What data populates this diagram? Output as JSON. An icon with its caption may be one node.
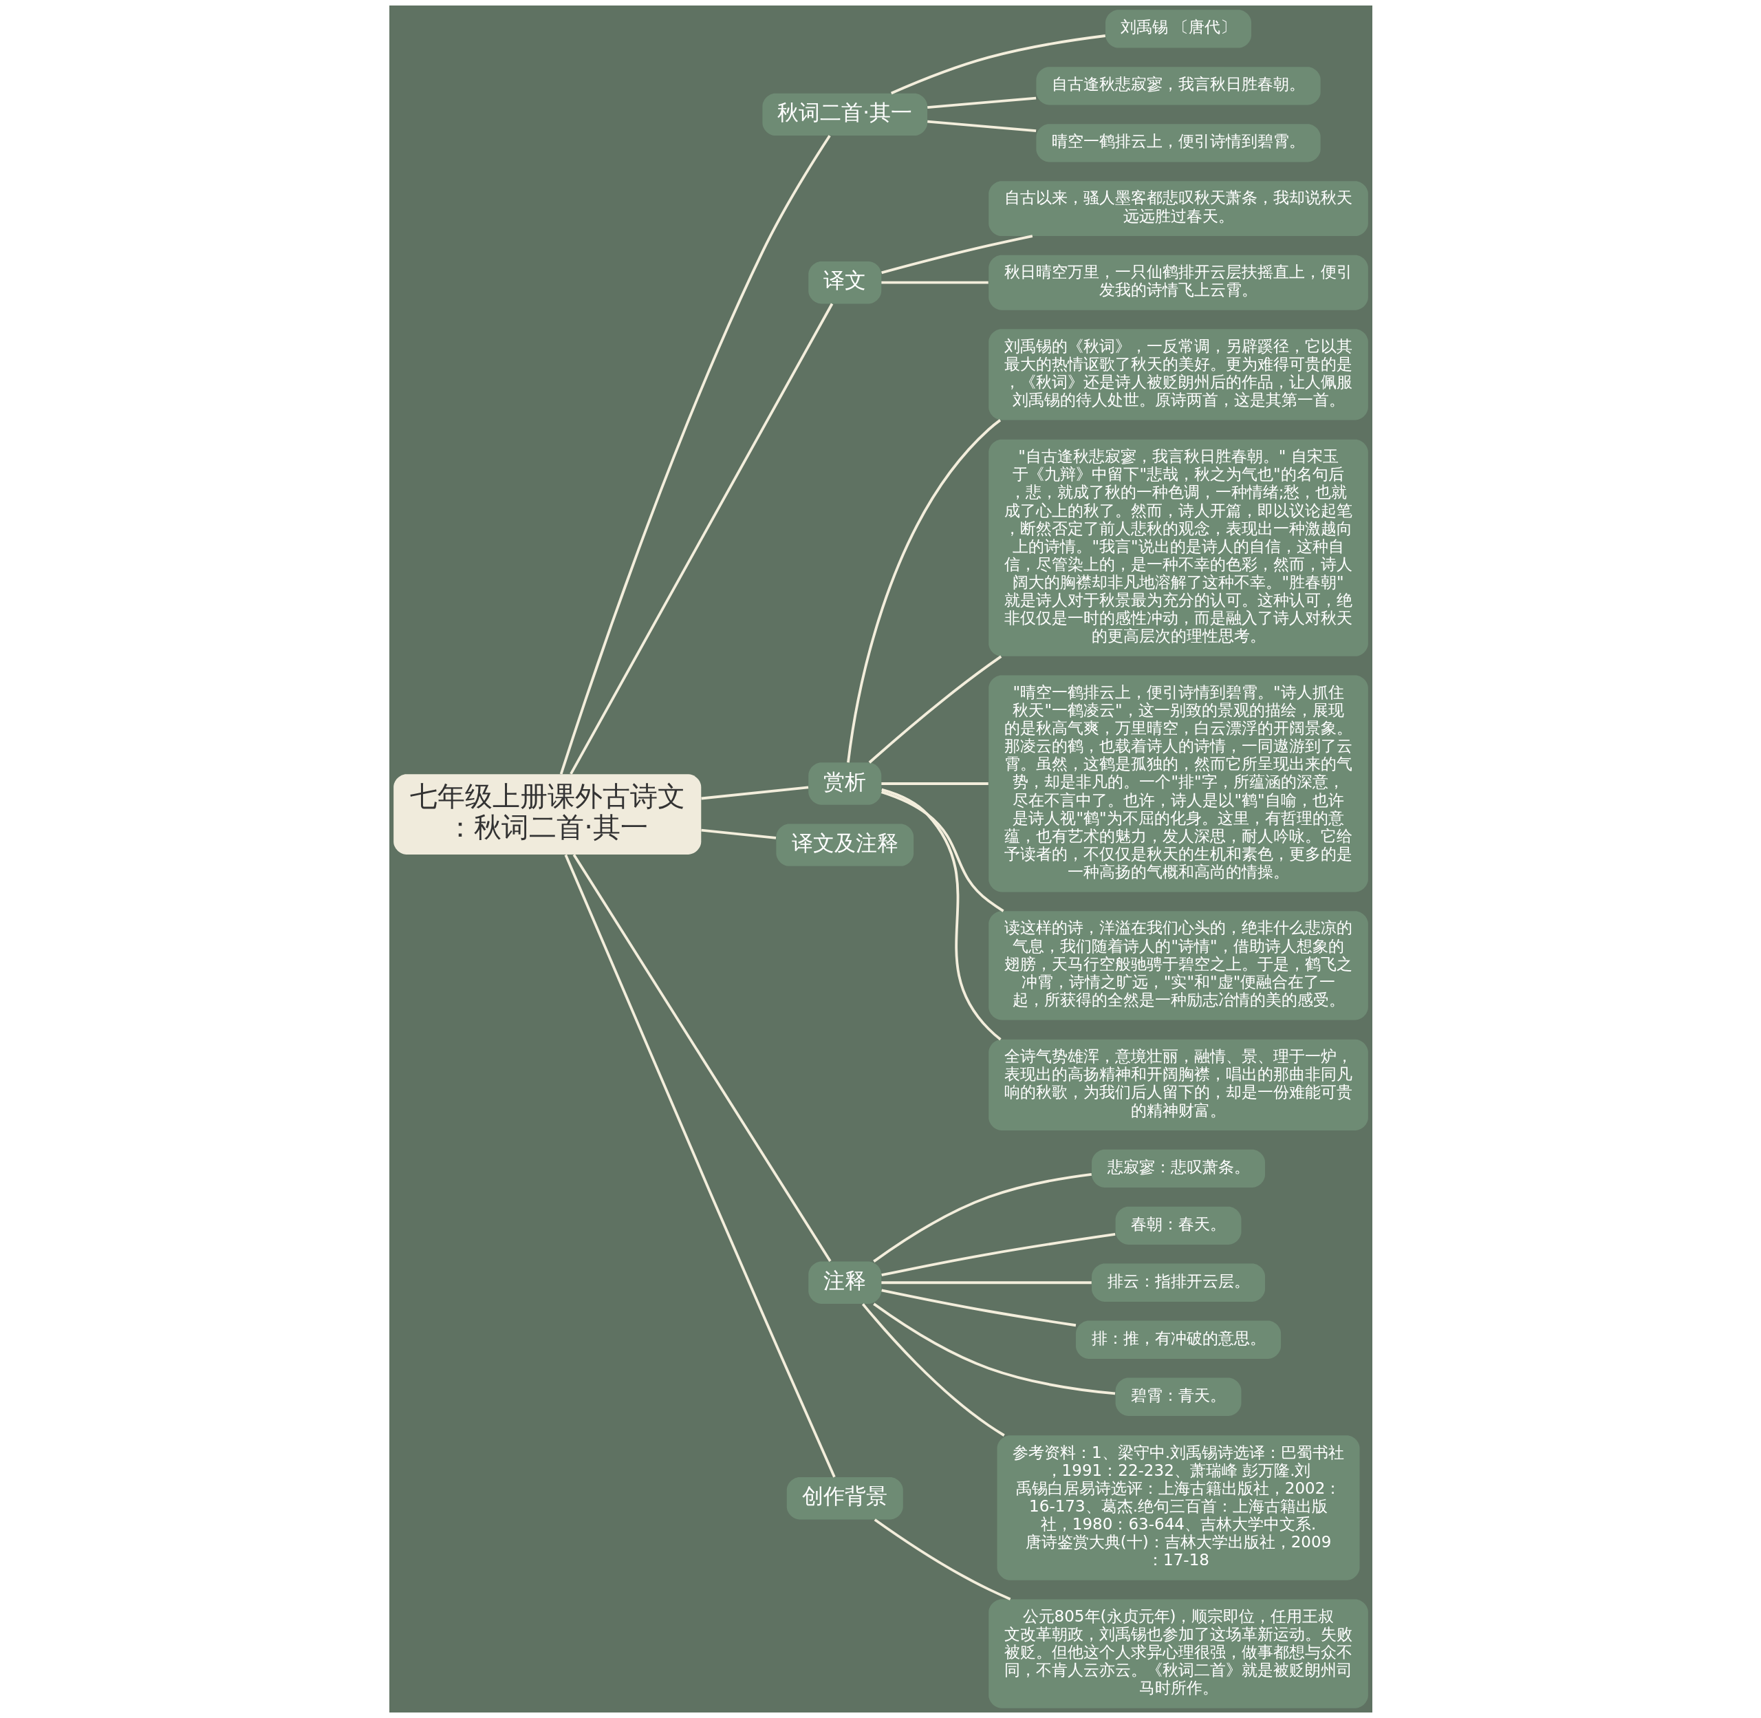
{
  "diagram": {
    "nodes": [
      {
        "text": [
          "七年级上册课外古诗文：秋词二首·其一"
        ]
      },
      {
        "text": [
          "秋词二首·其一"
        ]
      },
      {
        "text": [
          "刘禹锡 〔唐代〕"
        ]
      },
      {
        "text": [
          "自古逢秋悲寂寥，我言秋日胜春朝。"
        ]
      },
      {
        "text": [
          "晴空一鹤排云上，便引诗情到碧霄。"
        ]
      },
      {
        "text": [
          "译文"
        ]
      },
      {
        "text": [
          "自古以来，骚人墨客都悲叹秋天萧条，我却说秋天远远胜过春天。"
        ]
      },
      {
        "text": [
          "秋日晴空万里，一只仙鹤排开云层扶摇直上，便引发我的诗情飞上云霄。"
        ]
      },
      {
        "text": [
          "赏析"
        ]
      },
      {
        "text": [
          "刘禹锡的《秋词》，一反常调，另辟蹊径，它以其最大的热情讴歌了秋天的美好。更为难得可贵的是，《秋词》还是诗人被贬朗州后的作品，让人佩服刘禹锡的待人处世。原诗两首，这是其第一首。"
        ]
      },
      {
        "text": [
          "\"自古逢秋悲寂寥，我言秋日胜春朝。\" 自宋玉于《九辩》中留下\"悲哉，秋之为气也\"的名句后，悲，就成了秋的一种色调，一种情绪;愁，也就成了心上的秋了。然而，诗人开篇，即以议论起笔，断然否定了前人悲秋的观念，表现出一种激越向上的诗情。\"我言\"说出的是诗人的自信，这种自信，尽管染上的，是一种不幸的色彩，然而，诗人阔大的胸襟却非凡地溶解了这种不幸。\"胜春朝\"就是诗人对于秋景最为充分的认可。这种认可，绝非仅仅是一时的感性冲动，而是融入了诗人对秋天的更高层次的理性思考。"
        ]
      },
      {
        "text": [
          "\"晴空一鹤排云上，便引诗情到碧霄。\"诗人抓住秋天\"一鹤凌云\"，这一别致的景观的描绘，展现的是秋高气爽，万里晴空，白云漂浮的开阔景象。那凌云的鹤，也载着诗人的诗情，一同遨游到了云霄。虽然，这鹤是孤独的，然而它所呈现出来的气势，却是非凡的。一个\"排\"字，所蕴涵的深意，尽在不言中了。也许，诗人是以\"鹤\"自喻，也许是诗人视\"鹤\"为不屈的化身。这里，有哲理的意蕴，也有艺术的魅力，发人深思，耐人吟咏。它给予读者的，不仅仅是秋天的生机和素色，更多的是一种高扬的气概和高尚的情操。"
        ]
      },
      {
        "text": [
          "读这样的诗，洋溢在我们心头的，绝非什么悲凉的气息，我们随着诗人的\"诗情\"，借助诗人想象的翅膀，天马行空般驰骋于碧空之上。于是，鹤飞之冲霄，诗情之旷远，\"实\"和\"虚\"便融合在了一起，所获得的全然是一种励志冶情的美的感受。"
        ]
      },
      {
        "text": [
          "全诗气势雄浑，意境壮丽，融情、景、理于一炉，表现出的高扬精神和开阔胸襟，唱出的那曲非同凡响的秋歌，为我们后人留下的，却是一份难能可贵的精神财富。"
        ]
      },
      {
        "text": [
          "译文及注释"
        ]
      },
      {
        "text": [
          "注释"
        ]
      },
      {
        "text": [
          "悲寂寥：悲叹萧条。"
        ]
      },
      {
        "text": [
          "春朝：春天。"
        ]
      },
      {
        "text": [
          "排云：指排开云层。"
        ]
      },
      {
        "text": [
          "排：推，有冲破的意思。"
        ]
      },
      {
        "text": [
          "碧霄：青天。"
        ]
      },
      {
        "text": [
          "参考资料：1、梁守中.刘禹锡诗选译：巴蜀书社，1991：22-232、萧瑞峰 彭万隆.刘禹锡白居易诗选评：上海古籍出版社，2002：16-173、葛杰.绝句三百首：上海古籍出版社，1980：63-644、吉林大学中文系.唐诗鉴赏大典(十)：吉林大学出版社，2009：17-18"
        ]
      },
      {
        "text": [
          "创作背景"
        ]
      },
      {
        "text": [
          "公元805年(永贞元年)，顺宗即位，任用王叔文改革朝政，刘禹锡也参加了这场革新运动。失败被贬。但他这个人求异心理很强，做事都想与众不同，不肯人云亦云。《秋词二首》就是被贬朗州司马时所作。"
        ]
      }
    ],
    "edges": [
      {
        "from": 0,
        "to": 1,
        "arrow": "none"
      },
      {
        "from": 1,
        "to": 2,
        "arrow": "none"
      },
      {
        "from": 1,
        "to": 3,
        "arrow": "none"
      },
      {
        "from": 1,
        "to": 4,
        "arrow": "none"
      },
      {
        "from": 0,
        "to": 5,
        "arrow": "none"
      },
      {
        "from": 5,
        "to": 6,
        "arrow": "none"
      },
      {
        "from": 5,
        "to": 7,
        "arrow": "none"
      },
      {
        "from": 0,
        "to": 8,
        "arrow": "none"
      },
      {
        "from": 8,
        "to": 9,
        "arrow": "none"
      },
      {
        "from": 8,
        "to": 10,
        "arrow": "none"
      },
      {
        "from": 8,
        "to": 11,
        "arrow": "none"
      },
      {
        "from": 8,
        "to": 12,
        "arrow": "none"
      },
      {
        "from": 8,
        "to": 13,
        "arrow": "none"
      },
      {
        "from": 0,
        "to": 14,
        "arrow": "none"
      },
      {
        "from": 0,
        "to": 15,
        "arrow": "none"
      },
      {
        "from": 15,
        "to": 16,
        "arrow": "none"
      },
      {
        "from": 15,
        "to": 17,
        "arrow": "none"
      },
      {
        "from": 15,
        "to": 18,
        "arrow": "none"
      },
      {
        "from": 15,
        "to": 19,
        "arrow": "none"
      },
      {
        "from": 15,
        "to": 20,
        "arrow": "none"
      },
      {
        "from": 15,
        "to": 21,
        "arrow": "none"
      },
      {
        "from": 0,
        "to": 22,
        "arrow": "none"
      },
      {
        "from": 22,
        "to": 23,
        "arrow": "none"
      }
    ]
  }
}
